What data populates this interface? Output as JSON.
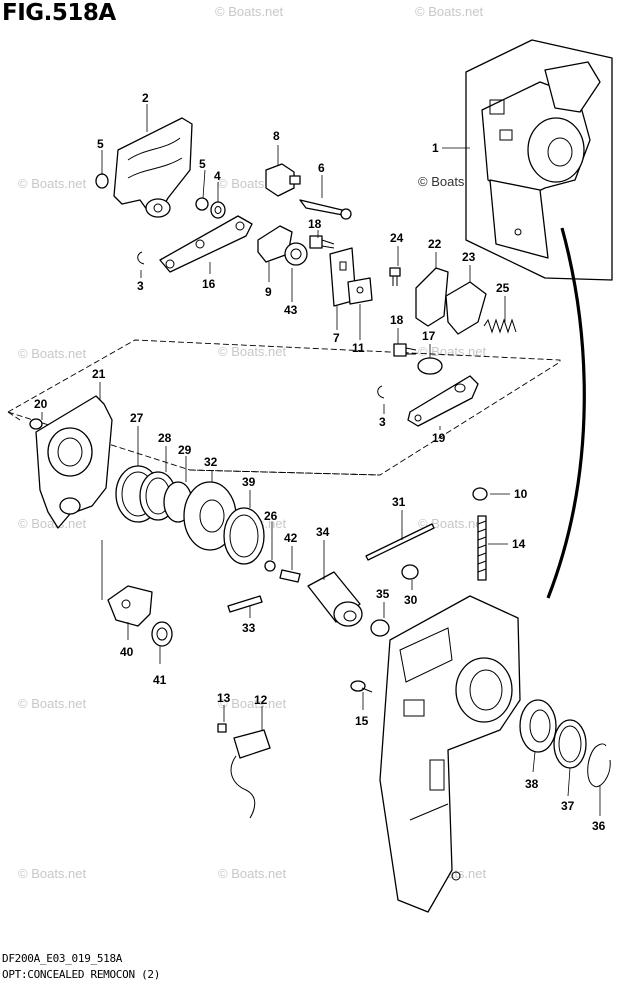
{
  "figure_title": "FIG.518A",
  "footer_code": "DF200A_E03_019_518A",
  "footer_desc": "OPT:CONCEALED REMOCON (2)",
  "watermark": "© Boats.net",
  "callouts": {
    "p1": "1",
    "p2": "2",
    "p3a": "3",
    "p3b": "3",
    "p4": "4",
    "p5a": "5",
    "p5b": "5",
    "p6": "6",
    "p7": "7",
    "p8": "8",
    "p9": "9",
    "p10": "10",
    "p11": "11",
    "p12": "12",
    "p13": "13",
    "p14": "14",
    "p15": "15",
    "p16": "16",
    "p17": "17",
    "p18a": "18",
    "p18b": "18",
    "p19": "19",
    "p20": "20",
    "p21": "21",
    "p22": "22",
    "p23": "23",
    "p24": "24",
    "p25": "25",
    "p26": "26",
    "p27": "27",
    "p28": "28",
    "p29": "29",
    "p30": "30",
    "p31": "31",
    "p32": "32",
    "p33": "33",
    "p34": "34",
    "p35": "35",
    "p36": "36",
    "p37": "37",
    "p38": "38",
    "p39": "39",
    "p40": "40",
    "p41": "41",
    "p42": "42",
    "p43": "43"
  }
}
